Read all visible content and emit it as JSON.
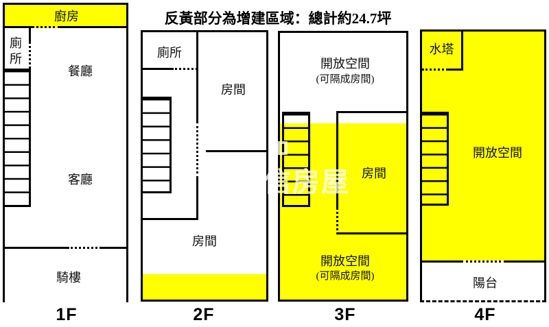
{
  "title": "反黃部分為增建區域：總計約24.7坪",
  "watermark": "信房屋",
  "colors": {
    "addition_highlight": "#FFFF00",
    "wall": "#000000",
    "background": "#FFFFFF"
  },
  "floors": {
    "f1": {
      "label": "1F",
      "kitchen": "廚房",
      "toilet": "廁所",
      "dining": "餐廳",
      "living": "客廳",
      "arcade": "騎樓"
    },
    "f2": {
      "label": "2F",
      "toilet": "廁所",
      "room_upper": "房間",
      "room_lower": "房間"
    },
    "f3": {
      "label": "3F",
      "open_top": "開放空間",
      "open_top_note": "(可隔成房間)",
      "room": "房間",
      "open_bottom": "開放空間",
      "open_bottom_note": "(可隔成房間)"
    },
    "f4": {
      "label": "4F",
      "water_tower": "水塔",
      "open": "開放空間",
      "balcony": "陽台"
    }
  }
}
